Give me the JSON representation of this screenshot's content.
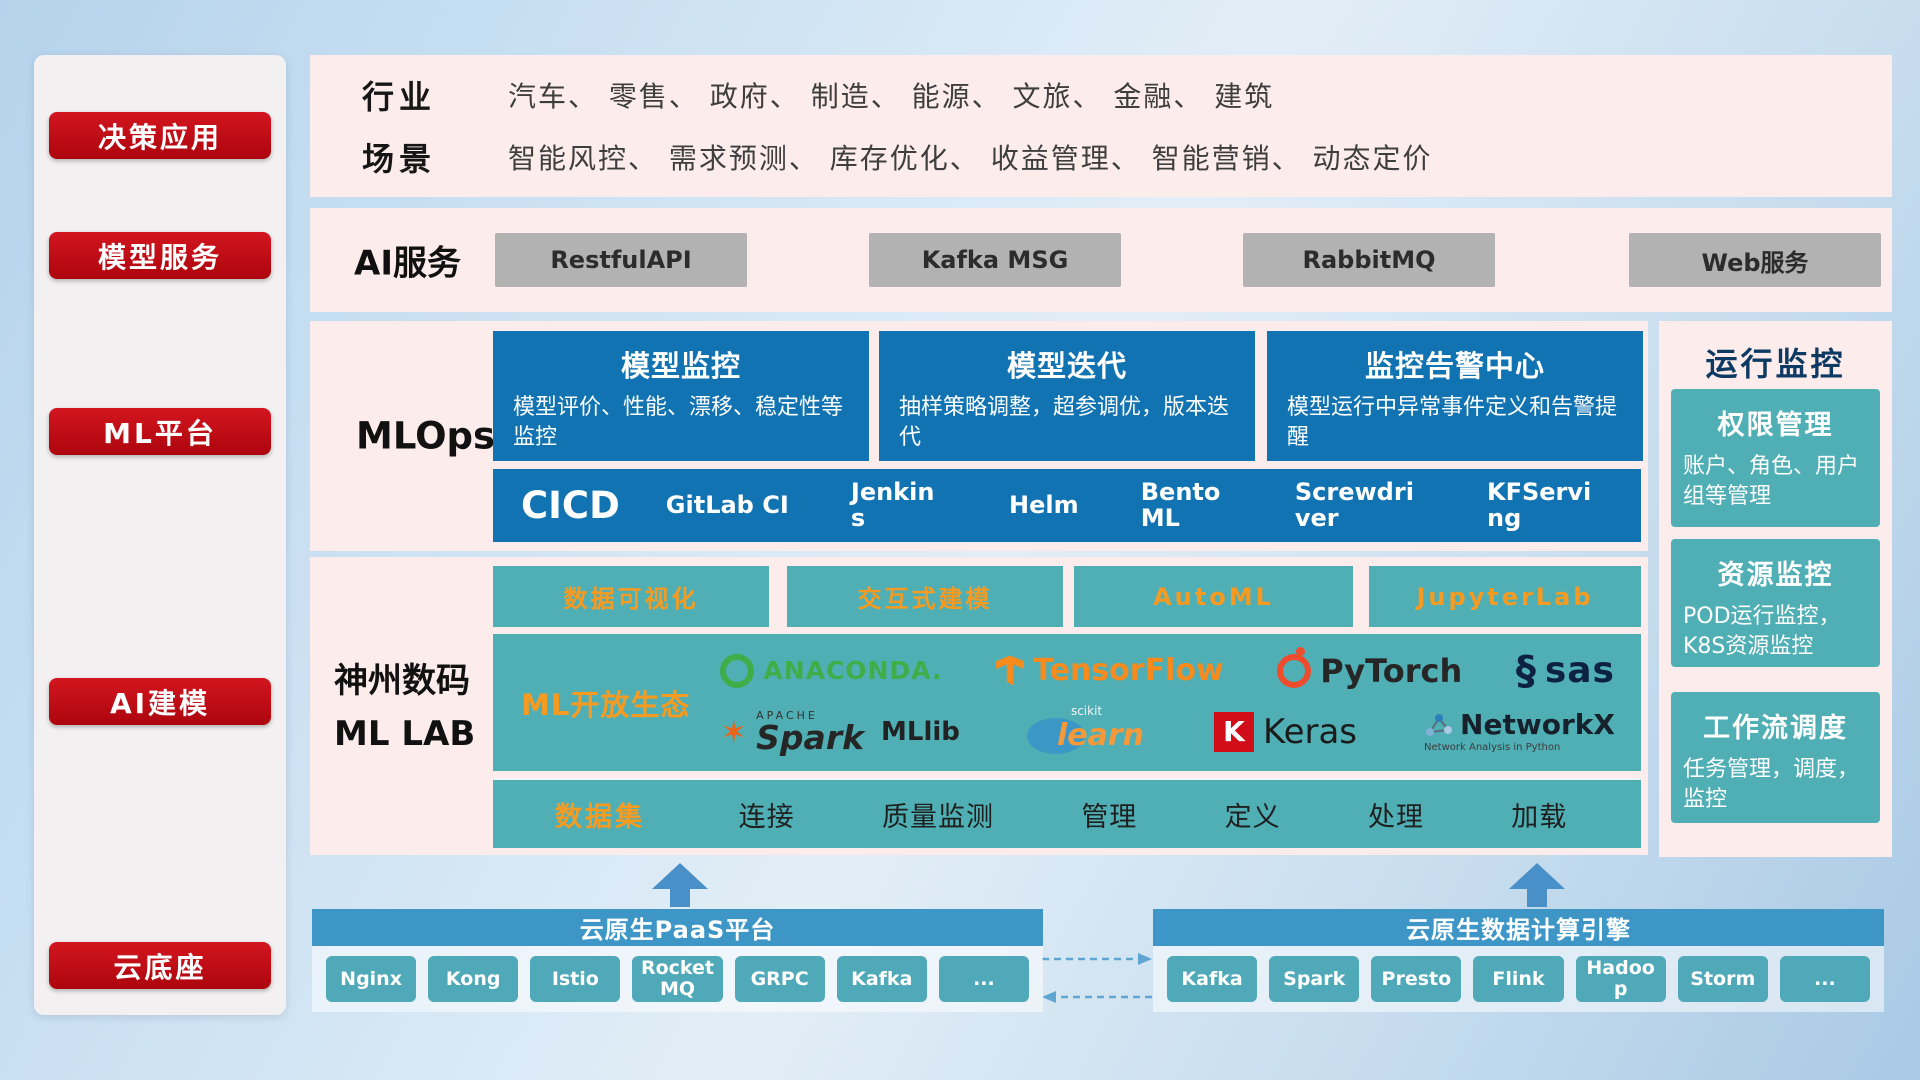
{
  "sidebar": {
    "items": [
      {
        "label": "决策应用"
      },
      {
        "label": "模型服务"
      },
      {
        "label": "ML平台"
      },
      {
        "label": "AI建模"
      },
      {
        "label": "云底座"
      }
    ]
  },
  "overview": {
    "industry_label": "行业",
    "industries": "汽车、 零售、 政府、 制造、 能源、 文旅、 金融、 建筑",
    "scenario_label": "场景",
    "scenarios": "智能风控、 需求预测、 库存优化、 收益管理、 智能营销、 动态定价"
  },
  "ai_service": {
    "label": "AI服务",
    "services": [
      {
        "label": "RestfulAPI"
      },
      {
        "label": "Kafka MSG"
      },
      {
        "label": "RabbitMQ"
      },
      {
        "label": "Web服务"
      }
    ]
  },
  "mlops": {
    "label": "MLOps",
    "cards": [
      {
        "title": "模型监控",
        "desc": "模型评价、性能、漂移、稳定性等监控"
      },
      {
        "title": "模型迭代",
        "desc": "抽样策略调整，超参调优，版本迭代"
      },
      {
        "title": "监控告警中心",
        "desc": "模型运行中异常事件定义和告警提醒"
      }
    ],
    "cicd_label": "CICD",
    "cicd_tools": [
      {
        "label": "GitLab CI"
      },
      {
        "label": "Jenkins"
      },
      {
        "label": "Helm"
      },
      {
        "label": "BentoML"
      },
      {
        "label": "Screwdriver"
      },
      {
        "label": "KFServing"
      }
    ]
  },
  "mllab": {
    "label_line1": "神州数码",
    "label_line2": "ML LAB",
    "tools": [
      {
        "label": "数据可视化"
      },
      {
        "label": "交互式建模"
      },
      {
        "label": "AutoML"
      },
      {
        "label": "JupyterLab"
      }
    ],
    "ecosystem_label": "ML开放生态",
    "logos": {
      "anaconda": "ANACONDA.",
      "tensorflow": "TensorFlow",
      "pytorch": "PyTorch",
      "sas_mark": "§",
      "sas": "sas",
      "spark_star": "✶",
      "spark_top": "APACHE",
      "spark": "Spark",
      "mllib": "MLlib",
      "scikit_top": "scikit",
      "scikit": "learn",
      "keras_badge": "K",
      "keras": "Keras",
      "networkx": "NetworkX",
      "networkx_sub": "Network Analysis in Python"
    },
    "dataset_label": "数据集",
    "dataset_items": [
      {
        "label": "连接"
      },
      {
        "label": "质量监测"
      },
      {
        "label": "管理"
      },
      {
        "label": "定义"
      },
      {
        "label": "处理"
      },
      {
        "label": "加载"
      }
    ]
  },
  "monitoring": {
    "title": "运行监控",
    "cards": [
      {
        "title": "权限管理",
        "desc": "账户、角色、用户组等管理"
      },
      {
        "title": "资源监控",
        "desc": "POD运行监控，K8S资源监控"
      },
      {
        "title": "工作流调度",
        "desc": "任务管理，调度，监控"
      }
    ]
  },
  "foundation": {
    "paas_title": "云原生PaaS平台",
    "paas_chips": [
      {
        "label": "Nginx"
      },
      {
        "label": "Kong"
      },
      {
        "label": "Istio"
      },
      {
        "label": "RocketMQ"
      },
      {
        "label": "GRPC"
      },
      {
        "label": "Kafka"
      },
      {
        "label": "..."
      }
    ],
    "engine_title": "云原生数据计算引擎",
    "engine_chips": [
      {
        "label": "Kafka"
      },
      {
        "label": "Spark"
      },
      {
        "label": "Presto"
      },
      {
        "label": "Flink"
      },
      {
        "label": "Hadoop"
      },
      {
        "label": "Storm"
      },
      {
        "label": "..."
      }
    ]
  },
  "colors": {
    "accent_red": "#c4101a",
    "panel_pink": "#fdecec",
    "primary_blue": "#1173b2",
    "teal": "#4fafb5",
    "orange": "#f59b22",
    "bar_blue": "#3e96c6"
  }
}
